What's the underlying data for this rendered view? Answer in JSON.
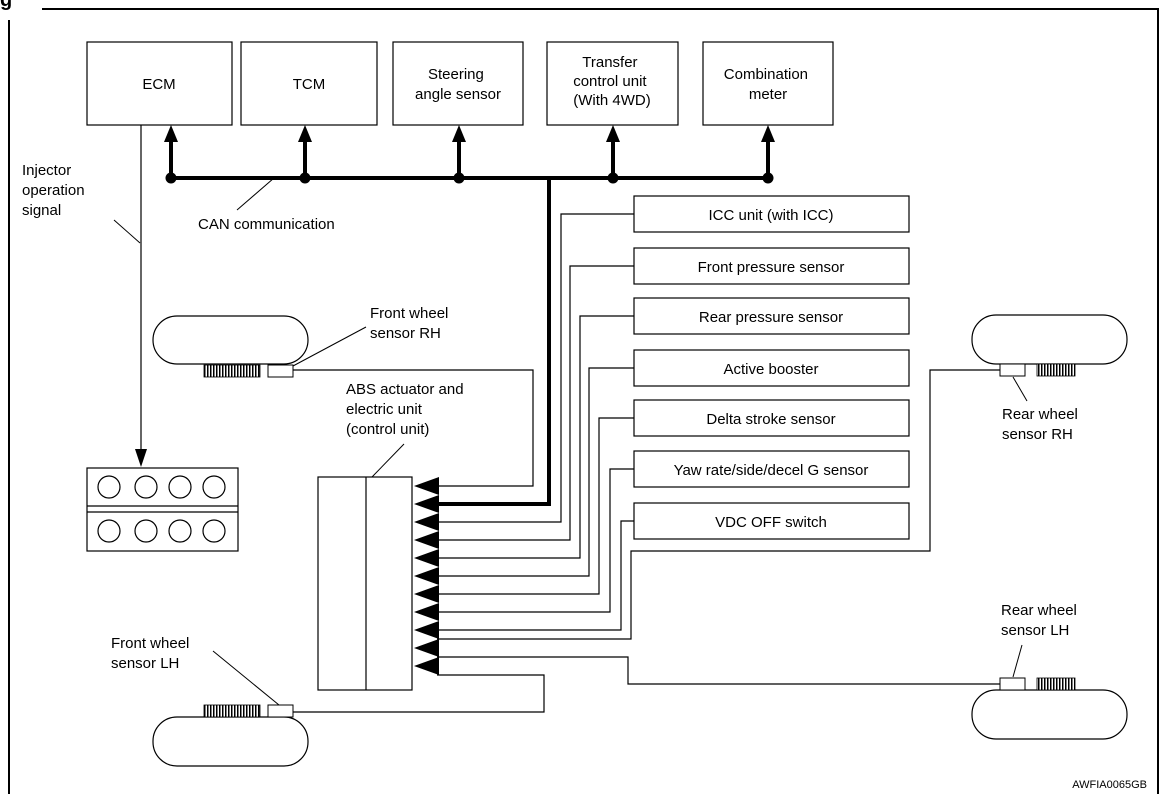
{
  "header_fragment": "g",
  "top_modules": {
    "ecm": [
      "ECM"
    ],
    "tcm": [
      "TCM"
    ],
    "steering": [
      "Steering",
      "angle sensor"
    ],
    "transfer": [
      "Transfer",
      "control unit",
      "(With 4WD)"
    ],
    "meter": [
      "Combination",
      "meter"
    ]
  },
  "labels": {
    "injector": [
      "Injector",
      "operation",
      "signal"
    ],
    "can": [
      "CAN communication"
    ],
    "front_rh": [
      "Front wheel",
      "sensor RH"
    ],
    "abs": [
      "ABS actuator and",
      "electric unit",
      "(control unit)"
    ],
    "rear_rh": [
      "Rear wheel",
      "sensor RH"
    ],
    "rear_lh": [
      "Rear wheel",
      "sensor LH"
    ],
    "front_lh": [
      "Front wheel",
      "sensor LH"
    ]
  },
  "right_modules": {
    "icc": [
      "ICC unit (with ICC)"
    ],
    "front_pressure": [
      "Front pressure sensor"
    ],
    "rear_pressure": [
      "Rear pressure sensor"
    ],
    "booster": [
      "Active booster"
    ],
    "delta": [
      "Delta stroke sensor"
    ],
    "yaw": [
      "Yaw rate/side/decel G sensor"
    ],
    "vdc": [
      "VDC OFF switch"
    ]
  },
  "figure_code": "AWFIA0065GB"
}
